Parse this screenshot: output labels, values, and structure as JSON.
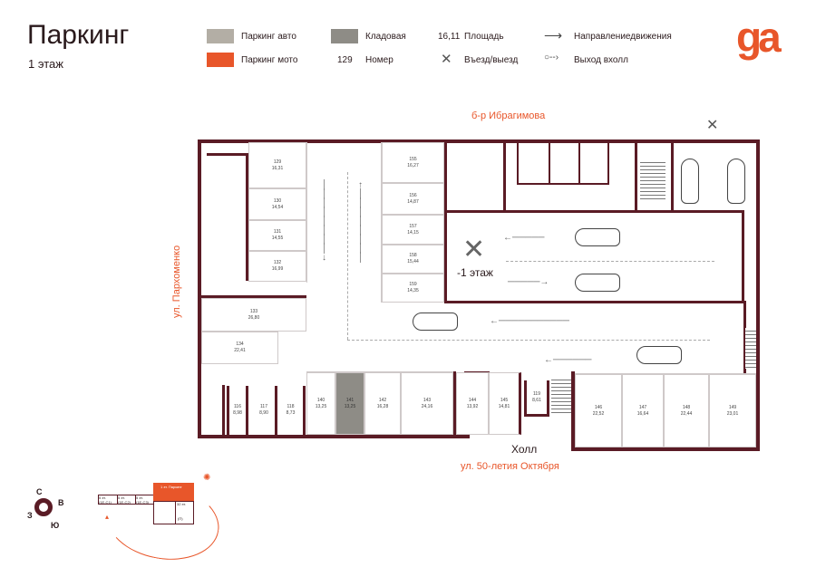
{
  "header": {
    "title": "Паркинг",
    "floor": "1 этаж"
  },
  "legend": {
    "auto": "Паркинг авто",
    "moto": "Паркинг мото",
    "storage": "Кладовая",
    "area_sample": "16,11",
    "area_label": "Площадь",
    "number_sample": "129",
    "number_label": "Номер",
    "entry_label": "Въезд/выезд",
    "direction_label": "Направлениедвижения",
    "exit_label": "Выход вхолл"
  },
  "colors": {
    "auto": "#b3aea5",
    "moto": "#e8562a",
    "storage": "#8e8c86",
    "wall": "#5a1b25"
  },
  "logo": "ga",
  "streets": {
    "top": "б-р Ибрагимова",
    "left": "ул. Пархоменко",
    "bottom": "ул. 50-летия Октября"
  },
  "labels": {
    "lower_floor": "-1 этаж",
    "hall": "Холл"
  },
  "rooms": [
    {
      "n": "129",
      "a": "16,31"
    },
    {
      "n": "130",
      "a": "14,54"
    },
    {
      "n": "131",
      "a": "14,55"
    },
    {
      "n": "132",
      "a": "16,99"
    },
    {
      "n": "155",
      "a": "16,27"
    },
    {
      "n": "156",
      "a": "14,87"
    },
    {
      "n": "157",
      "a": "14,15"
    },
    {
      "n": "158",
      "a": "15,44"
    },
    {
      "n": "159",
      "a": "14,35"
    },
    {
      "n": "133",
      "a": "26,80"
    },
    {
      "n": "134",
      "a": "22,41"
    },
    {
      "n": "116",
      "a": "8,98"
    },
    {
      "n": "117",
      "a": "8,90"
    },
    {
      "n": "118",
      "a": "8,73"
    },
    {
      "n": "140",
      "a": "13,25"
    },
    {
      "n": "141",
      "a": "13,25"
    },
    {
      "n": "142",
      "a": "16,28"
    },
    {
      "n": "143",
      "a": "24,16"
    },
    {
      "n": "144",
      "a": "13,92"
    },
    {
      "n": "145",
      "a": "14,81"
    },
    {
      "n": "119",
      "a": "8,61"
    },
    {
      "n": "146",
      "a": "22,52"
    },
    {
      "n": "147",
      "a": "16,64"
    },
    {
      "n": "148",
      "a": "22,44"
    },
    {
      "n": "149",
      "a": "23,01"
    }
  ],
  "compass": {
    "n": "С",
    "e": "В",
    "w": "З",
    "s": "Ю"
  },
  "minimap": {
    "b1": "5 эт.",
    "b1c": "(1Е-С1)",
    "b2": "5 эт.",
    "b2c": "(1Е-С2)",
    "b3": "5 эт.",
    "b3c": "(1Е-С3)",
    "parking": "1 эт. Паркинг",
    "b4": "32 эт.",
    "b5": "(П)"
  }
}
